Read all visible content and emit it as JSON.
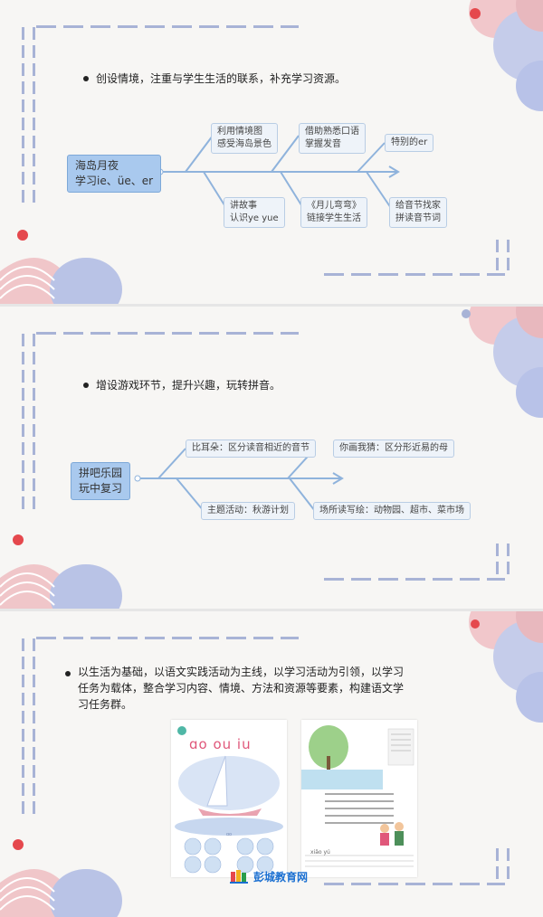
{
  "slide1": {
    "bullet": "创设情境，注重与学生生活的联系，补充学习资源。",
    "root": [
      "海岛月夜",
      "学习ie、üe、er"
    ],
    "nodes": {
      "n1": [
        "利用情境图",
        "感受海岛景色"
      ],
      "n2": [
        "借助熟悉口语",
        "掌握发音"
      ],
      "n3": [
        "特别的er"
      ],
      "n4": [
        "讲故事",
        "认识ye yue"
      ],
      "n5": [
        "《月儿弯弯》",
        "链接学生生活"
      ],
      "n6": [
        "给音节找家",
        "拼读音节词"
      ]
    }
  },
  "slide2": {
    "bullet": "增设游戏环节，提升兴趣，玩转拼音。",
    "root": [
      "拼吧乐园",
      "玩中复习"
    ],
    "nodes": {
      "n1": "比耳朵：区分读音相近的音节",
      "n2": "你画我猜：区分形近易的母",
      "n3": "主题活动：秋游计划",
      "n4": "场所读写绘：动物园、超市、菜市场"
    }
  },
  "slide3": {
    "bullet": "以生活为基础，以语文实践活动为主线，以学习活动为引领，以学习任务为载体，整合学习内容、情境、方法和资源等要素，构建语文学习任务群。",
    "book_left_title": "ɑo ou iu",
    "book_left_label": "ɑo",
    "book_right_label": "xiǎo yú",
    "logo": "彭城教育网"
  },
  "colors": {
    "accent": "#a8b3d6",
    "pink": "#e9b3b8",
    "red": "#e5484d",
    "node_fill": "#eef3f9",
    "root_fill": "#a9c9ee"
  }
}
